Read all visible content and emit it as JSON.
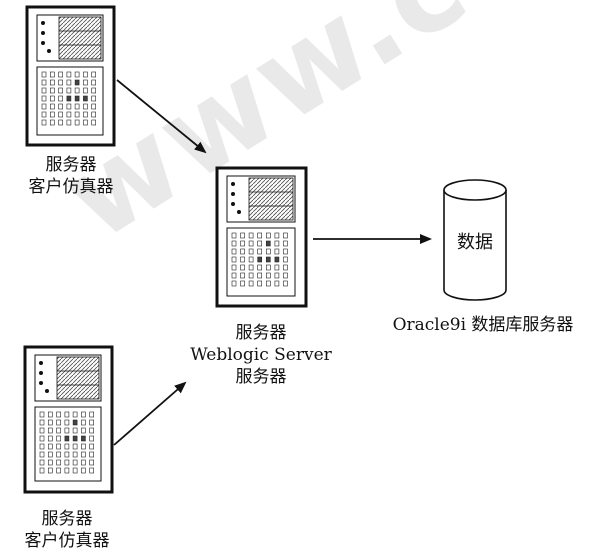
{
  "watermark": "www.c-s-a",
  "nodes": {
    "client_top": {
      "line1": "服务器",
      "line2": "客户仿真器"
    },
    "client_bottom": {
      "line1": "服务器",
      "line2": "客户仿真器"
    },
    "weblogic": {
      "line1": "服务器",
      "line2": "Weblogic Server",
      "line3": "服务器"
    },
    "database": {
      "cylinder_text": "数据",
      "caption": "Oracle9i 数据库服务器"
    }
  },
  "colors": {
    "line": "#111111",
    "hatch": "#555555",
    "watermark": "#d8d8d8"
  }
}
